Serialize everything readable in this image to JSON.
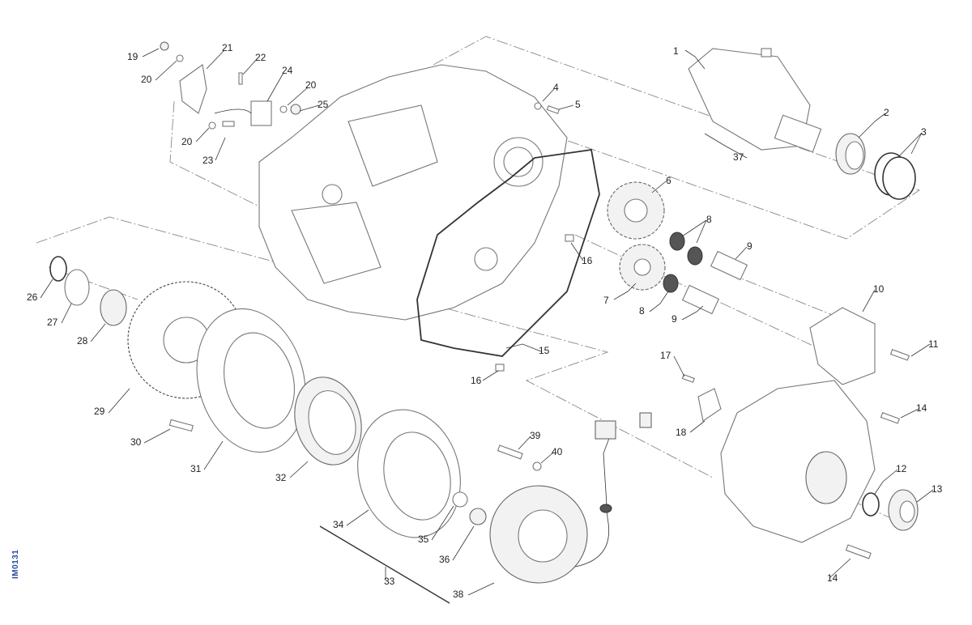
{
  "drawing_code": "IM0131",
  "labels": {
    "p1": "1",
    "p2": "2",
    "p3": "3",
    "p4": "4",
    "p5": "5",
    "p6": "6",
    "p7": "7",
    "p8a": "8",
    "p8b": "8",
    "p9a": "9",
    "p9b": "9",
    "p10": "10",
    "p11": "11",
    "p12": "12",
    "p13": "13",
    "p14a": "14",
    "p14b": "14",
    "p15": "15",
    "p16a": "16",
    "p16b": "16",
    "p17": "17",
    "p18": "18",
    "p19": "19",
    "p20a": "20",
    "p20b": "20",
    "p20c": "20",
    "p21": "21",
    "p22": "22",
    "p23": "23",
    "p24": "24",
    "p25": "25",
    "p26": "26",
    "p27": "27",
    "p28": "28",
    "p29": "29",
    "p30": "30",
    "p31": "31",
    "p32": "32",
    "p33": "33",
    "p34": "34",
    "p35": "35",
    "p36": "36",
    "p37": "37",
    "p38": "38",
    "p39": "39",
    "p40": "40"
  }
}
